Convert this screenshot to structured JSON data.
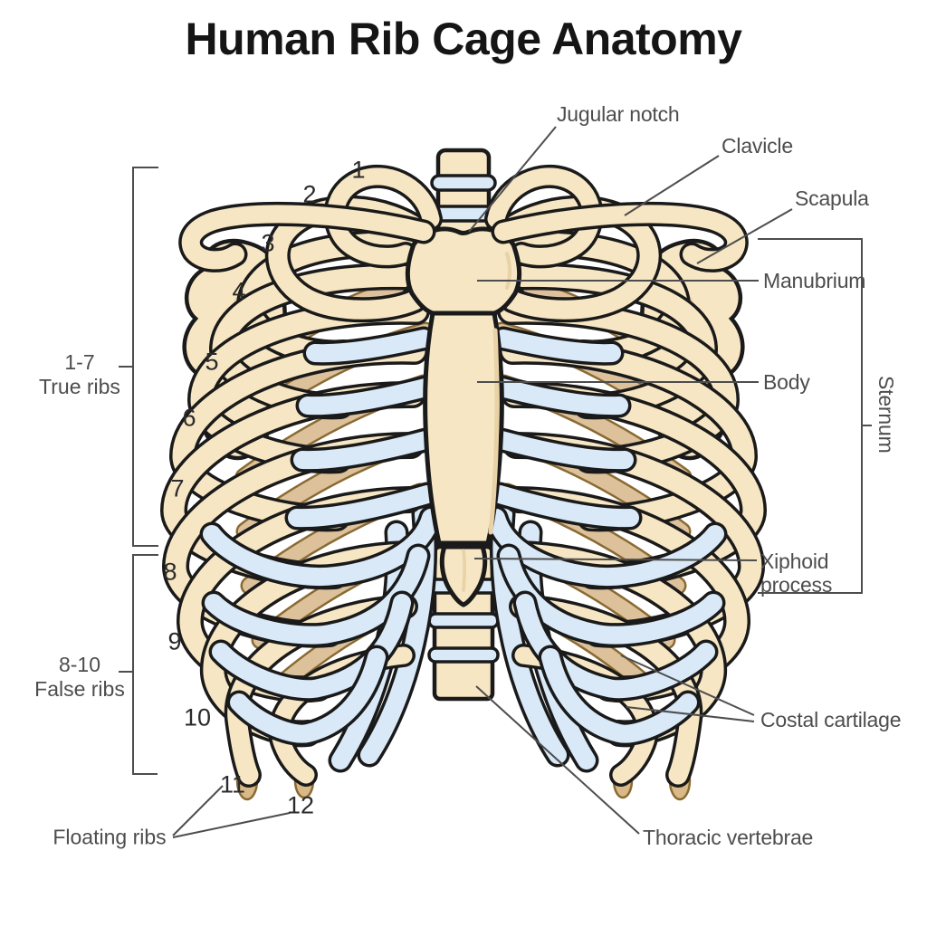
{
  "title": "Human Rib Cage Anatomy",
  "anatomy_labels": {
    "jugular_notch": "Jugular notch",
    "clavicle": "Clavicle",
    "scapula": "Scapula",
    "manubrium": "Manubrium",
    "body": "Body",
    "sternum": "Sternum",
    "xiphoid_process": "Xiphoid process",
    "costal_cartilage": "Costal cartilage",
    "thoracic_vertebrae": "Thoracic vertebrae"
  },
  "rib_groups": {
    "true_ribs": {
      "range": "1-7",
      "name": "True ribs"
    },
    "false_ribs": {
      "range": "8-10",
      "name": "False ribs"
    },
    "floating_ribs": {
      "name": "Floating ribs"
    }
  },
  "rib_numbers": [
    "1",
    "2",
    "3",
    "4",
    "5",
    "6",
    "7",
    "8",
    "9",
    "10",
    "11",
    "12"
  ],
  "colors": {
    "bone": "#f6e6c3",
    "bone_shade": "#e8d2a6",
    "cartilage": "#d9e9f8",
    "posterior_rib": "#dcc19b",
    "posterior_outline": "#8a6a33",
    "rib_tip": "#d9b987",
    "outline": "#1a1a1a",
    "label_text": "#4d4d4d",
    "background": "#ffffff"
  }
}
